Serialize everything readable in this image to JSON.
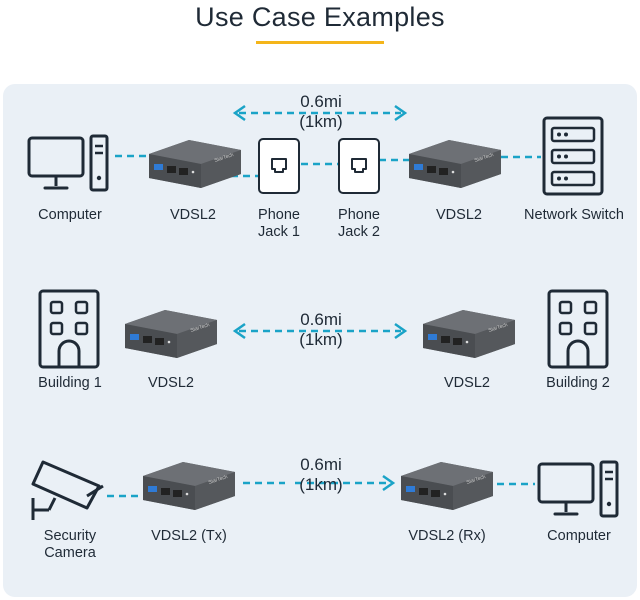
{
  "header": {
    "title": "Use Case Examples"
  },
  "colors": {
    "accent_underline": "#f4b51a",
    "link_dash": "#1aa3c7",
    "device_body": "#55585c",
    "icon_stroke": "#1f2a36",
    "panel_bg": "#eaf0f6"
  },
  "rows": [
    {
      "distance_line1": "0.6mi",
      "distance_line2": "(1km)",
      "labels": {
        "left_device": "Computer",
        "left_extender": "VDSL2",
        "jack1_line1": "Phone",
        "jack1_line2": "Jack 1",
        "jack2_line1": "Phone",
        "jack2_line2": "Jack 2",
        "right_extender": "VDSL2",
        "right_device": "Network Switch"
      }
    },
    {
      "distance_line1": "0.6mi",
      "distance_line2": "(1km)",
      "labels": {
        "left_device": "Building 1",
        "left_extender": "VDSL2",
        "right_extender": "VDSL2",
        "right_device": "Building 2"
      }
    },
    {
      "distance_line1": "0.6mi",
      "distance_line2": "(1km)",
      "labels": {
        "left_device_line1": "Security",
        "left_device_line2": "Camera",
        "left_extender": "VDSL2 (Tx)",
        "right_extender": "VDSL2 (Rx)",
        "right_device": "Computer"
      }
    }
  ],
  "icons": [
    "computer-icon",
    "network-switch-icon",
    "building-icon",
    "security-camera-icon",
    "phone-jack-icon",
    "vdsl2-extender-icon"
  ]
}
